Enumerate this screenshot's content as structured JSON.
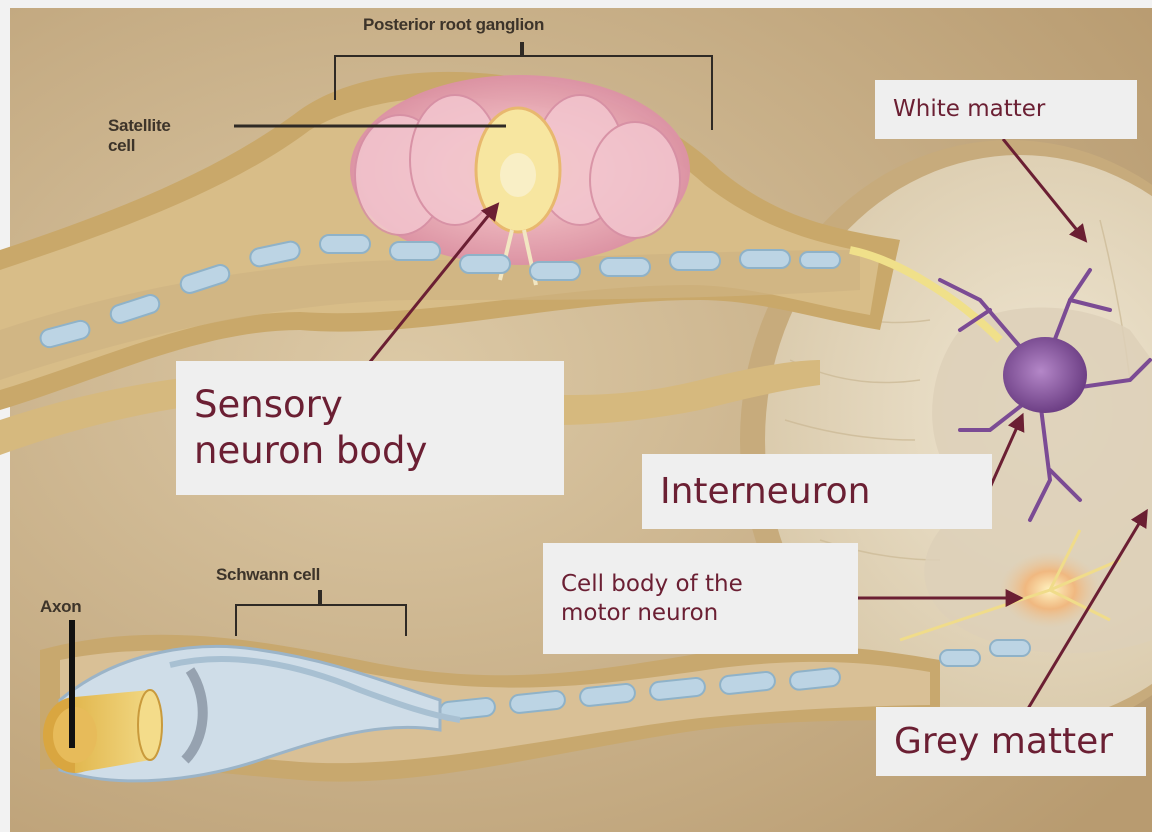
{
  "labels": {
    "posterior_root_ganglion": "Posterior root ganglion",
    "satellite_cell_line1": "Satellite",
    "satellite_cell_line2": "cell",
    "schwann_cell": "Schwann cell",
    "axon": "Axon",
    "white_matter": "White matter",
    "sensory_line1": "Sensory",
    "sensory_line2": "neuron body",
    "interneuron": "Interneuron",
    "motor_line1": "Cell body of the",
    "motor_line2": "motor neuron",
    "grey_matter": "Grey matter"
  },
  "colors": {
    "label_text": "#6b1f33",
    "label_box": "#efefef",
    "arrow": "#6b1f33",
    "background": "#d8c4a0",
    "nerve_sheath": "#c9a86a",
    "ganglion_pink": "#e9a7b6",
    "interneuron_purple": "#8a5aa0",
    "myelin_blue": "#bcd4e4"
  }
}
